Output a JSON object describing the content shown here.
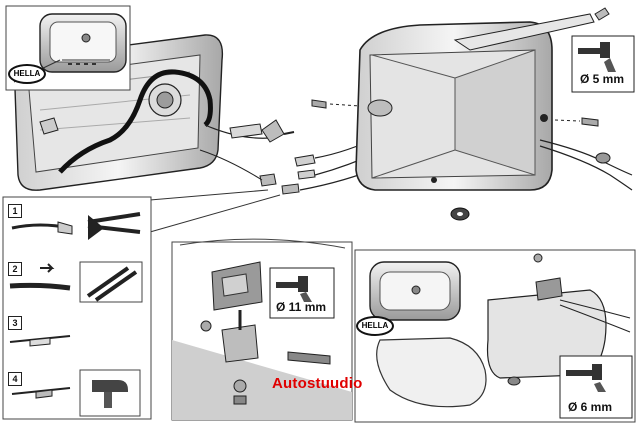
{
  "diagram": {
    "drill_labels": {
      "main": "Ø 5 mm",
      "bracket": "Ø 11 mm",
      "housing": "Ø 6 mm"
    },
    "steps": [
      "1",
      "2",
      "3",
      "4"
    ],
    "brand_badge": "HELLA",
    "watermark": "Autostuudio",
    "colors": {
      "line": "#222222",
      "fill_light": "#e8e8e8",
      "fill_mid": "#bdbdbd",
      "fill_dark": "#6a6a6a",
      "cable": "#111111",
      "watermark": "#e00000"
    }
  }
}
